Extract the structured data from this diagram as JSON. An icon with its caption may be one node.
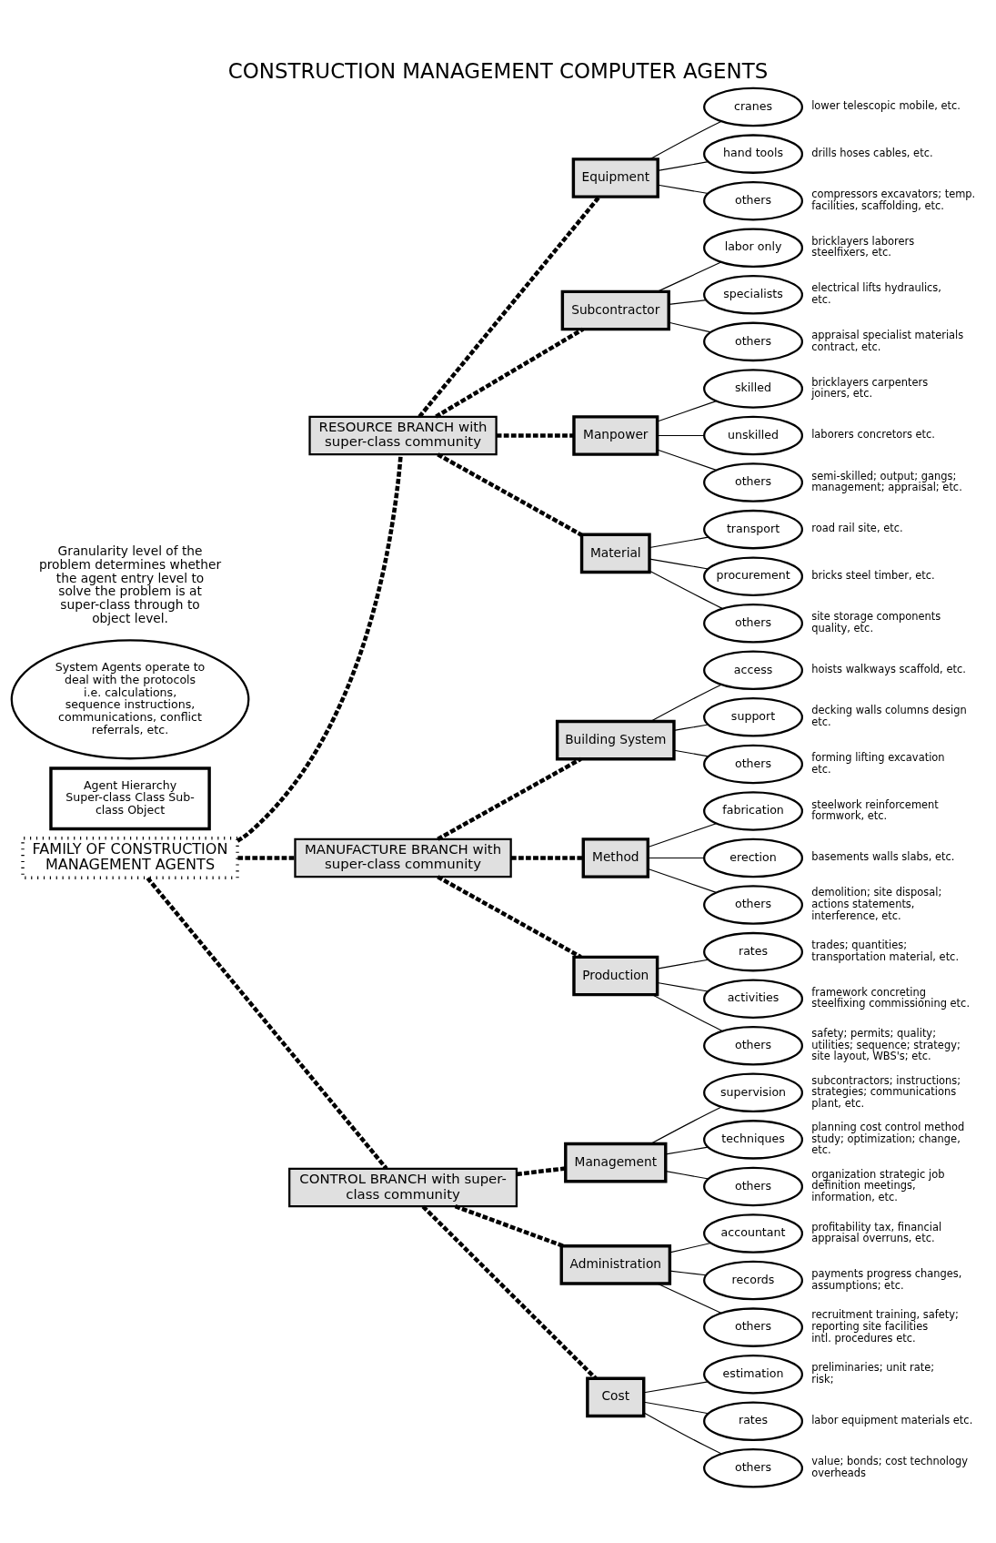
{
  "diagram": {
    "title": "CONSTRUCTION MANAGEMENT COMPUTER AGENTS",
    "nodes": [
      {
        "text": [
          "FAMILY OF CONSTRUCTION MANAGEMENT AGENTS"
        ]
      },
      {
        "text": [
          "RESOURCE BRANCH with super-class community"
        ]
      },
      {
        "text": [
          "Equipment"
        ]
      },
      {
        "text": [
          "cranes"
        ],
        "beside": [
          "lower telescopic mobile, etc."
        ]
      },
      {
        "text": [
          "hand tools"
        ],
        "beside": [
          "drills hoses cables, etc."
        ]
      },
      {
        "text": [
          "others"
        ],
        "beside": [
          "compressors excavators; temp. facilities, scaffolding, etc."
        ]
      },
      {
        "text": [
          "Subcontractor"
        ]
      },
      {
        "text": [
          "labor only"
        ],
        "beside": [
          "bricklayers laborers steelfixers, etc."
        ]
      },
      {
        "text": [
          "specialists"
        ],
        "beside": [
          "electrical lifts hydraulics, etc."
        ]
      },
      {
        "text": [
          "others"
        ],
        "beside": [
          "appraisal specialist materials contract, etc."
        ]
      },
      {
        "text": [
          "Manpower"
        ]
      },
      {
        "text": [
          "skilled"
        ],
        "beside": [
          "bricklayers carpenters joiners, etc."
        ]
      },
      {
        "text": [
          "unskilled"
        ],
        "beside": [
          "laborers concretors etc."
        ]
      },
      {
        "text": [
          "others"
        ],
        "beside": [
          "semi-skilled; output; gangs; management; appraisal; etc."
        ]
      },
      {
        "text": [
          "Material"
        ]
      },
      {
        "text": [
          "transport"
        ],
        "beside": [
          "road rail site, etc."
        ]
      },
      {
        "text": [
          "procurement"
        ],
        "beside": [
          "bricks steel timber, etc."
        ]
      },
      {
        "text": [
          "others"
        ],
        "beside": [
          "site storage components quality, etc."
        ]
      },
      {
        "text": [
          "MANUFACTURE BRANCH with super-class community"
        ]
      },
      {
        "text": [
          "Building System"
        ]
      },
      {
        "text": [
          "access"
        ],
        "beside": [
          "hoists walkways scaffold, etc."
        ]
      },
      {
        "text": [
          "support"
        ],
        "beside": [
          "decking walls columns design etc."
        ]
      },
      {
        "text": [
          "others"
        ],
        "beside": [
          "forming lifting excavation etc."
        ]
      },
      {
        "text": [
          "Method"
        ]
      },
      {
        "text": [
          "fabrication"
        ],
        "beside": [
          "steelwork reinforcement formwork, etc."
        ]
      },
      {
        "text": [
          "erection"
        ],
        "beside": [
          "basements walls slabs, etc."
        ]
      },
      {
        "text": [
          "others"
        ],
        "beside": [
          "demolition; site disposal; actions statements, interference, etc."
        ]
      },
      {
        "text": [
          "Production"
        ]
      },
      {
        "text": [
          "rates"
        ],
        "beside": [
          "trades; quantities; transportation material, etc."
        ]
      },
      {
        "text": [
          "activities"
        ],
        "beside": [
          "framework concreting steelfixing commissioning etc."
        ]
      },
      {
        "text": [
          "others"
        ],
        "beside": [
          "safety; permits; quality; utilities; sequence; strategy; site layout, WBS's; etc."
        ]
      },
      {
        "text": [
          "CONTROL BRANCH with super-class community"
        ]
      },
      {
        "text": [
          "Management"
        ]
      },
      {
        "text": [
          "supervision"
        ],
        "beside": [
          "subcontractors; instructions; strategies; communications plant, etc."
        ]
      },
      {
        "text": [
          "techniques"
        ],
        "beside": [
          "planning cost control method study; optimization; change, etc."
        ]
      },
      {
        "text": [
          "others"
        ],
        "beside": [
          "organization strategic job definition meetings, information, etc."
        ]
      },
      {
        "text": [
          "Administration"
        ]
      },
      {
        "text": [
          "accountant"
        ],
        "beside": [
          "profitability tax, financial appraisal overruns, etc."
        ]
      },
      {
        "text": [
          "records"
        ],
        "beside": [
          "payments progress changes, assumptions; etc."
        ]
      },
      {
        "text": [
          "others"
        ],
        "beside": [
          "recruitment training, safety; reporting site facilities intl. procedures etc."
        ]
      },
      {
        "text": [
          "Cost"
        ]
      },
      {
        "text": [
          "estimation"
        ],
        "beside": [
          "preliminaries; unit rate; risk;"
        ]
      },
      {
        "text": [
          "rates"
        ],
        "beside": [
          "labor equipment materials etc."
        ]
      },
      {
        "text": [
          "others"
        ],
        "beside": [
          "value; bonds; cost technology overheads"
        ]
      },
      {
        "text": [
          "Agent Hierarchy",
          "Super-class Class Sub-class Object"
        ]
      },
      {
        "text": [
          "System Agents operate to deal with the protocols i.e. calculations, sequence instructions, communications, conflict referrals, etc."
        ]
      }
    ],
    "edges": [
      {
        "from": 0,
        "to": 1,
        "arrow": "none",
        "style": "dashed"
      },
      {
        "from": 0,
        "to": 18,
        "arrow": "none",
        "style": "dashed"
      },
      {
        "from": 0,
        "to": 31,
        "arrow": "none",
        "style": "dashed"
      },
      {
        "from": 1,
        "to": 2,
        "arrow": "none",
        "style": "dashed"
      },
      {
        "from": 1,
        "to": 6,
        "arrow": "none",
        "style": "dashed"
      },
      {
        "from": 1,
        "to": 10,
        "arrow": "none",
        "style": "dashed"
      },
      {
        "from": 1,
        "to": 14,
        "arrow": "none",
        "style": "dashed"
      },
      {
        "from": 2,
        "to": 3,
        "arrow": "none"
      },
      {
        "from": 2,
        "to": 4,
        "arrow": "none"
      },
      {
        "from": 2,
        "to": 5,
        "arrow": "none"
      },
      {
        "from": 6,
        "to": 7,
        "arrow": "none"
      },
      {
        "from": 6,
        "to": 8,
        "arrow": "none"
      },
      {
        "from": 6,
        "to": 9,
        "arrow": "none"
      },
      {
        "from": 10,
        "to": 11,
        "arrow": "none"
      },
      {
        "from": 10,
        "to": 12,
        "arrow": "none"
      },
      {
        "from": 10,
        "to": 13,
        "arrow": "none"
      },
      {
        "from": 14,
        "to": 15,
        "arrow": "none"
      },
      {
        "from": 14,
        "to": 16,
        "arrow": "none"
      },
      {
        "from": 14,
        "to": 17,
        "arrow": "none"
      },
      {
        "from": 18,
        "to": 19,
        "arrow": "none",
        "style": "dashed"
      },
      {
        "from": 18,
        "to": 23,
        "arrow": "none",
        "style": "dashed"
      },
      {
        "from": 18,
        "to": 27,
        "arrow": "none",
        "style": "dashed"
      },
      {
        "from": 19,
        "to": 20,
        "arrow": "none"
      },
      {
        "from": 19,
        "to": 21,
        "arrow": "none"
      },
      {
        "from": 19,
        "to": 22,
        "arrow": "none"
      },
      {
        "from": 23,
        "to": 24,
        "arrow": "none"
      },
      {
        "from": 23,
        "to": 25,
        "arrow": "none"
      },
      {
        "from": 23,
        "to": 26,
        "arrow": "none"
      },
      {
        "from": 27,
        "to": 28,
        "arrow": "none"
      },
      {
        "from": 27,
        "to": 29,
        "arrow": "none"
      },
      {
        "from": 27,
        "to": 30,
        "arrow": "none"
      },
      {
        "from": 31,
        "to": 32,
        "arrow": "none",
        "style": "dashed"
      },
      {
        "from": 31,
        "to": 36,
        "arrow": "none",
        "style": "dashed"
      },
      {
        "from": 31,
        "to": 40,
        "arrow": "none",
        "style": "dashed"
      },
      {
        "from": 32,
        "to": 33,
        "arrow": "none"
      },
      {
        "from": 32,
        "to": 34,
        "arrow": "none"
      },
      {
        "from": 32,
        "to": 35,
        "arrow": "none"
      },
      {
        "from": 36,
        "to": 37,
        "arrow": "none"
      },
      {
        "from": 36,
        "to": 38,
        "arrow": "none"
      },
      {
        "from": 36,
        "to": 39,
        "arrow": "none"
      },
      {
        "from": 40,
        "to": 41,
        "arrow": "none"
      },
      {
        "from": 40,
        "to": 42,
        "arrow": "none"
      },
      {
        "from": 40,
        "to": 43,
        "arrow": "none"
      }
    ],
    "labels": [
      "Granularity level of the problem determines whether the agent entry level to solve the problem is at super-class through to object level."
    ]
  }
}
